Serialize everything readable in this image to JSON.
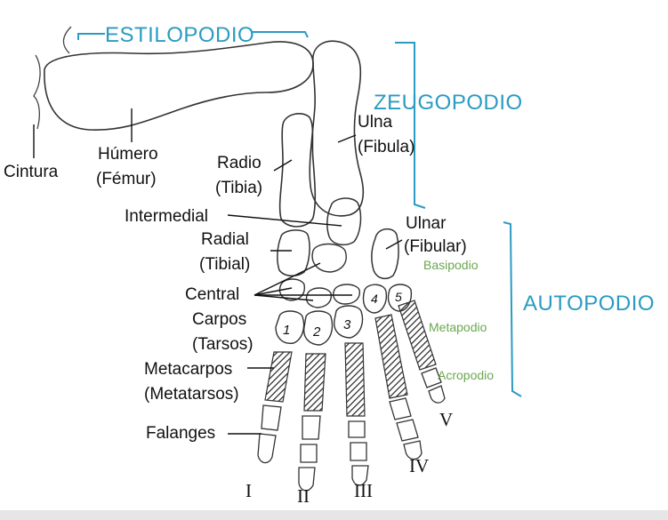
{
  "regions": {
    "estilopodio": "ESTILOPODIO",
    "zeugopodio": "ZEUGOPODIO",
    "autopodio": "AUTOPODIO"
  },
  "subregions": {
    "basipodio": "Basipodio",
    "metapodio": "Metapodio",
    "acropodio": "Acropodio"
  },
  "bones": {
    "cintura": "Cintura",
    "humero": "Húmero",
    "femur": "(Fémur)",
    "radio": "Radio",
    "tibia": "(Tibia)",
    "ulna": "Ulna",
    "fibula": "(Fibula)",
    "intermedial": "Intermedial",
    "radial": "Radial",
    "tibial": "(Tibial)",
    "ulnar": "Ulnar",
    "fibular": "(Fibular)",
    "central": "Central",
    "carpos": "Carpos",
    "tarsos": "(Tarsos)",
    "metacarpos": "Metacarpos",
    "metatarsos": "(Metatarsos)",
    "falanges": "Falanges"
  },
  "digits": [
    "I",
    "II",
    "III",
    "IV",
    "V"
  ],
  "carpal_numbers": [
    "1",
    "2",
    "3",
    "4",
    "5"
  ],
  "colors": {
    "region": "#2a9bc2",
    "subregion": "#6aa84f",
    "ink": "#111111"
  }
}
